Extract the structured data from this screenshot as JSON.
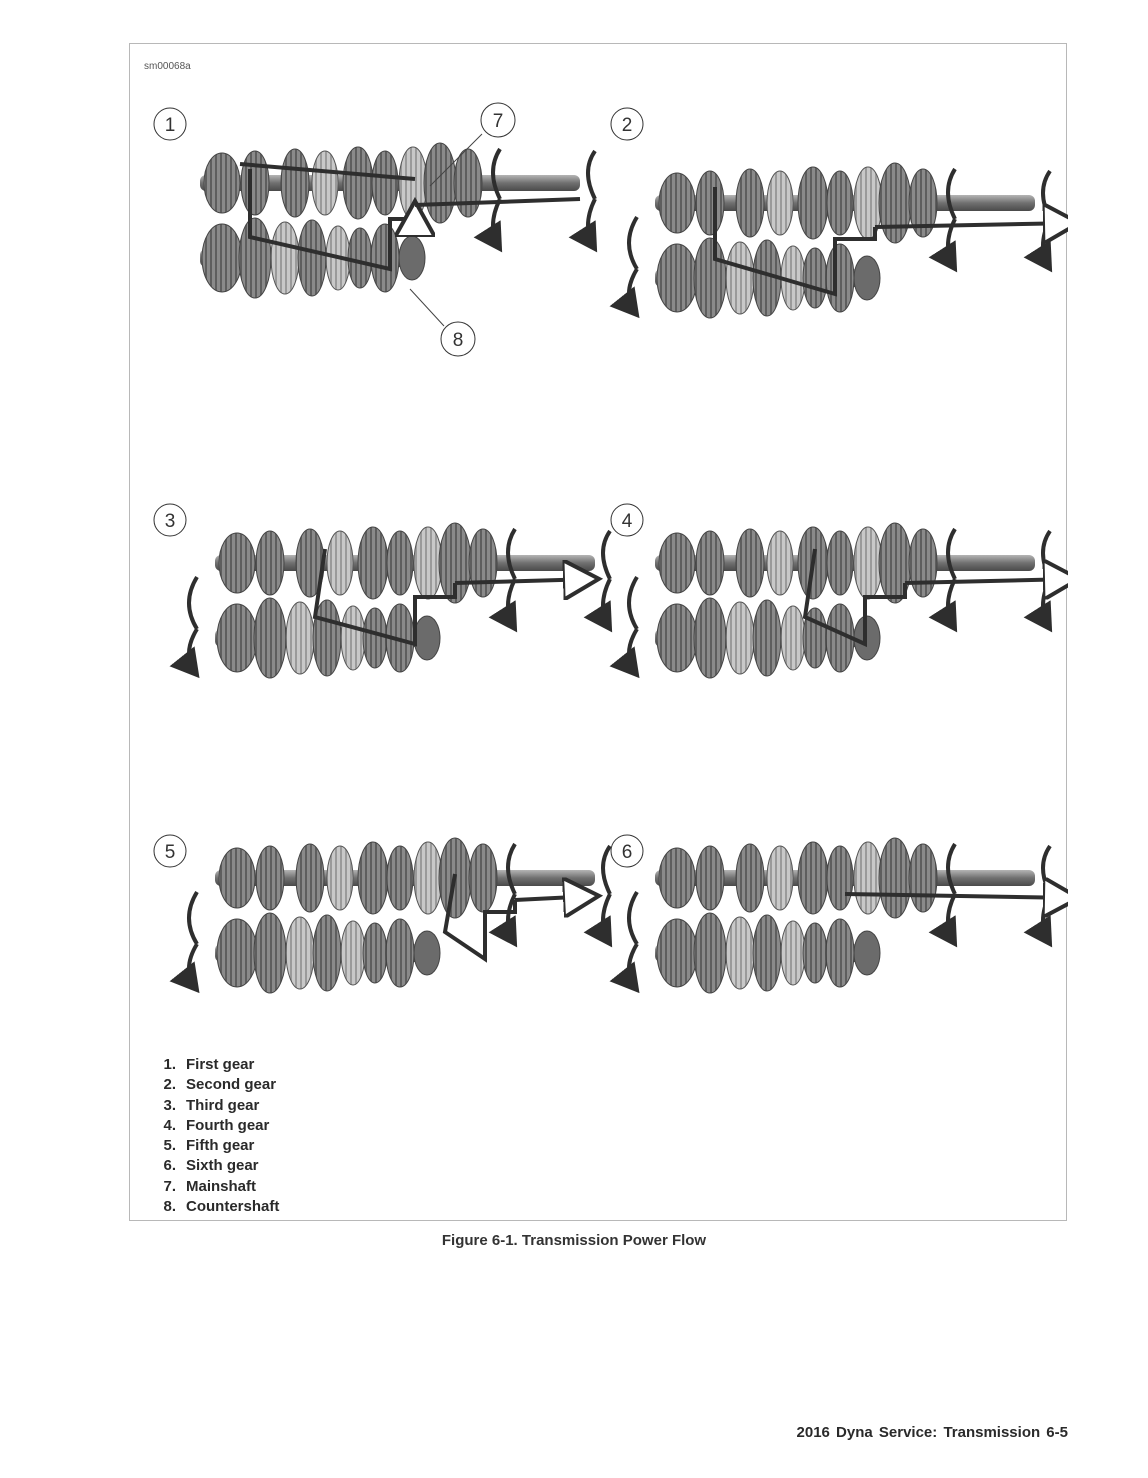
{
  "figure": {
    "id_label": "sm00068a",
    "panels": [
      {
        "callout": "1"
      },
      {
        "callout": "2"
      },
      {
        "callout": "3"
      },
      {
        "callout": "4"
      },
      {
        "callout": "5"
      },
      {
        "callout": "6"
      }
    ],
    "extra_callouts": [
      {
        "callout": "7",
        "refers_to": "Mainshaft"
      },
      {
        "callout": "8",
        "refers_to": "Countershaft"
      }
    ]
  },
  "legend": [
    {
      "num": "1.",
      "label": "First gear"
    },
    {
      "num": "2.",
      "label": "Second gear"
    },
    {
      "num": "3.",
      "label": "Third gear"
    },
    {
      "num": "4.",
      "label": "Fourth gear"
    },
    {
      "num": "5.",
      "label": "Fifth gear"
    },
    {
      "num": "6.",
      "label": "Sixth gear"
    },
    {
      "num": "7.",
      "label": "Mainshaft"
    },
    {
      "num": "8.",
      "label": "Countershaft"
    }
  ],
  "caption": "Figure 6-1. Transmission Power Flow",
  "footer": "2016 Dyna Service:  Transmission  6-5",
  "colors": {
    "frame": "#b8b8b8",
    "gear": "#7d7d7d",
    "gear_light": "#bdbdbd",
    "flow_line": "#2e2e2e"
  }
}
